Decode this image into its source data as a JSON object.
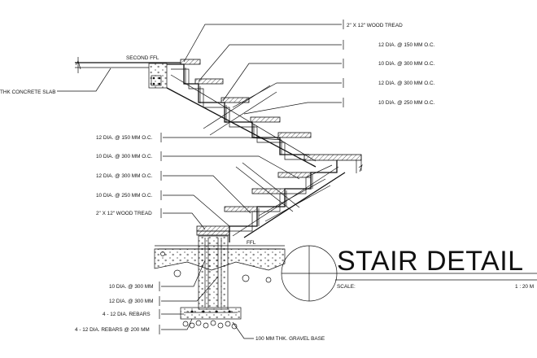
{
  "title": "STAIR DETAIL",
  "scale_label": "SCALE:",
  "scale_value": "1 : 20 M",
  "labels": {
    "right_tread": "2\" X 12\" WOOD TREAD",
    "right_1": "12 DIA. @ 150 MM O.C.",
    "right_2": "10 DIA. @ 300 MM O.C.",
    "right_3": "12 DIA. @ 300 MM O.C.",
    "right_4": "10 DIA. @ 250 MM O.C.",
    "second_ffl": "SECOND FFL",
    "slab": "THK CONCRETE SLAB",
    "left_1": "12 DIA. @ 150 MM O.C.",
    "left_2": "10 DIA. @ 300 MM O.C.",
    "left_3": "12 DIA. @ 300 MM O.C.",
    "left_4": "10 DIA. @ 250 MM O.C.",
    "left_tread": "2\" X 12\" WOOD TREAD",
    "ffl": "FFL",
    "footing_1": "10 DIA. @ 300 MM",
    "footing_2": "12 DIA. @ 300 MM",
    "footing_3": "4 - 12 DIA. REBARS",
    "footing_4": "4 - 12 DIA. REBARS @ 200 MM",
    "gravel": "100 MM THK. GRAVEL BASE"
  }
}
